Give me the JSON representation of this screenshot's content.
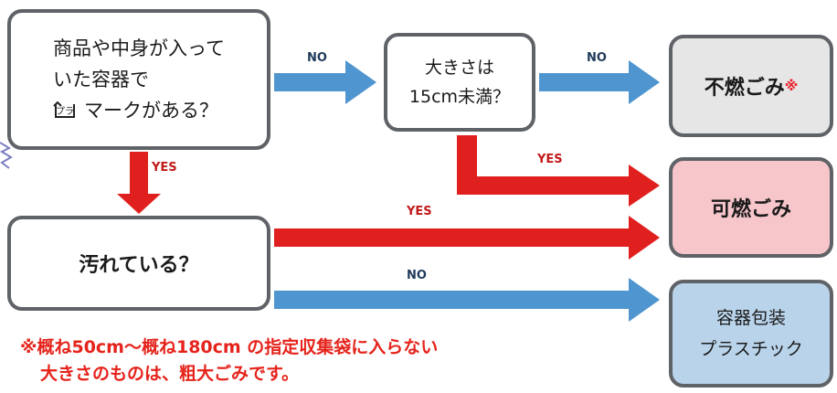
{
  "question1": {
    "line1": "商品や中身が入って",
    "line2": "いた容器で",
    "line3": "マークがある？"
  },
  "question2": {
    "line1": "大きさは",
    "line2": "15cm未満？"
  },
  "question3": {
    "text": "汚れている？"
  },
  "result_nonburnable": {
    "text": "不燃ごみ",
    "mark": "※"
  },
  "result_burnable": {
    "text": "可燃ごみ"
  },
  "result_plastic": {
    "line1": "容器包装",
    "line2": "プラスチック"
  },
  "labels": {
    "no_a": "NO",
    "no_b": "NO",
    "no_c": "NO",
    "yes_a": "YES",
    "yes_b": "YES",
    "yes_c": "YES"
  },
  "note": {
    "line1": "※概ね50cm～概ね180cm の指定収集袋に入らない",
    "line2": "大きさのものは、粗大ごみです。"
  },
  "colors": {
    "no_arrow": "#4f95cf",
    "yes_arrow": "#e0201e",
    "border": "#5f6266",
    "note": "#e5231b"
  },
  "icons": {
    "recycle_mark": "pla-recycle-icon"
  }
}
